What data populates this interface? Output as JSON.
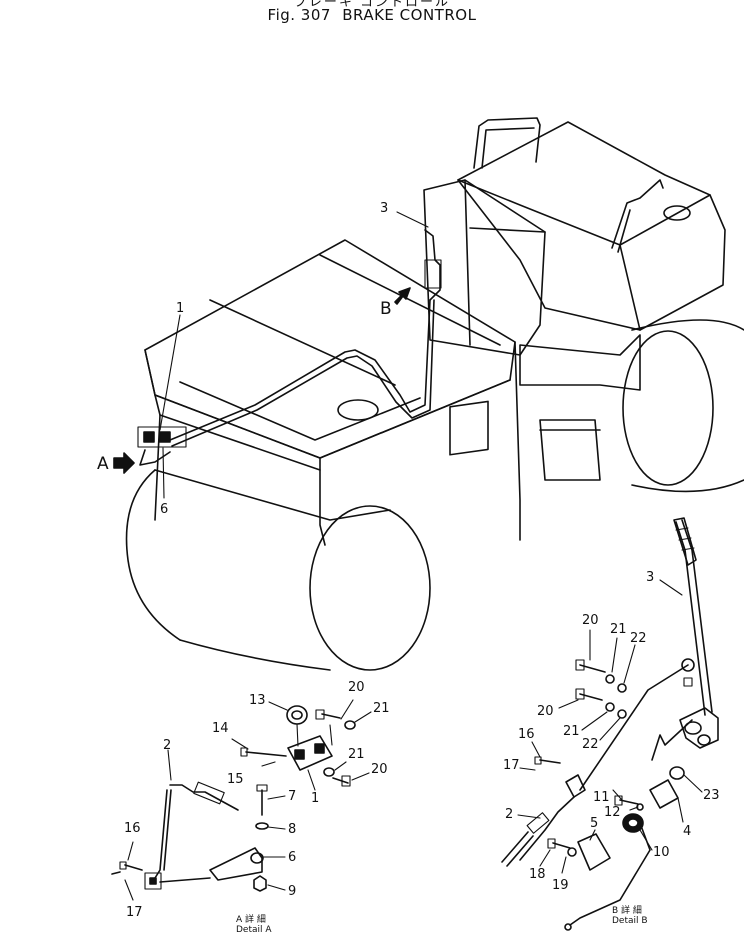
{
  "header": {
    "jp_title": "ブレーキ コントロール",
    "fig_label": "Fig. 307",
    "title": "BRAKE CONTROL"
  },
  "callouts": {
    "main_3": "3",
    "main_1": "1",
    "main_6": "6",
    "main_A": "A",
    "main_B": "B",
    "a_13": "13",
    "a_20a": "20",
    "a_21a": "21",
    "a_14": "14",
    "a_2": "2",
    "a_15": "15",
    "a_1": "1",
    "a_21b": "21",
    "a_20b": "20",
    "a_7": "7",
    "a_8": "8",
    "a_16": "16",
    "a_6": "6",
    "a_9": "9",
    "a_17": "17",
    "b_3": "3",
    "b_20a": "20",
    "b_21a": "21",
    "b_22a": "22",
    "b_20b": "20",
    "b_21b": "21",
    "b_22b": "22",
    "b_16": "16",
    "b_17": "17",
    "b_11": "11",
    "b_12": "12",
    "b_23": "23",
    "b_2": "2",
    "b_5": "5",
    "b_4": "4",
    "b_10": "10",
    "b_18": "18",
    "b_19": "19"
  },
  "detail_a": {
    "jp": "A 詳 細",
    "en": "Detail A"
  },
  "detail_b": {
    "jp": "B 詳 細",
    "en": "Detail B"
  }
}
